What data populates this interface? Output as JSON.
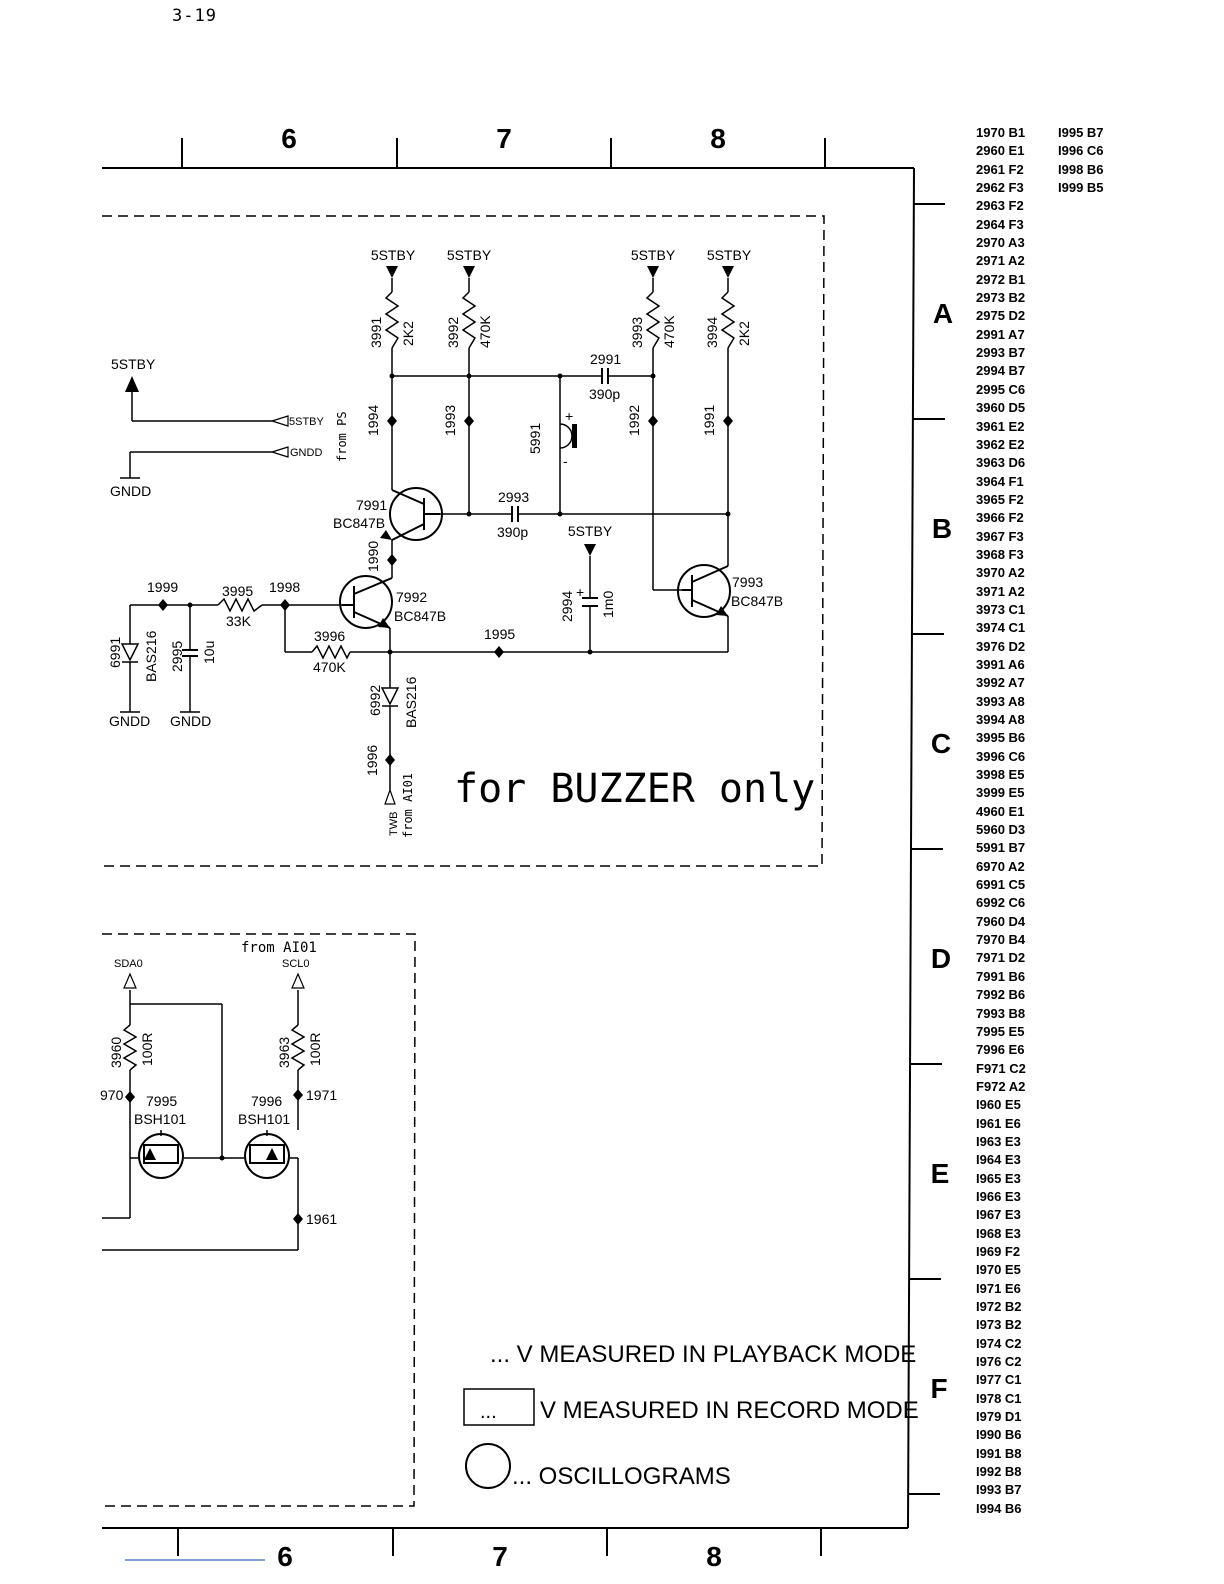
{
  "page": {
    "number": "3-19"
  },
  "grid": {
    "columns": [
      "6",
      "7",
      "8"
    ],
    "rows": [
      "A",
      "B",
      "C",
      "D",
      "E",
      "F"
    ]
  },
  "buzzer": {
    "caption": "for BUZZER only",
    "supply": "5STBY",
    "from_ps": "from PS",
    "from_ai01": "from AI01",
    "ps_5stby": "5STBY",
    "ps_gndd": "GNDD",
    "gndd": "GNDD",
    "twb": "TWB",
    "resistors": [
      {
        "ref": "3991",
        "value": "2K2"
      },
      {
        "ref": "3992",
        "value": "470K"
      },
      {
        "ref": "3993",
        "value": "470K"
      },
      {
        "ref": "3994",
        "value": "2K2"
      },
      {
        "ref": "3995",
        "value": "33K"
      },
      {
        "ref": "3996",
        "value": "470K"
      }
    ],
    "capacitors": [
      {
        "ref": "2991",
        "value": "390p"
      },
      {
        "ref": "2993",
        "value": "390p"
      },
      {
        "ref": "2994",
        "value": "1m0"
      },
      {
        "ref": "2995",
        "value": "10u"
      }
    ],
    "transistors": [
      {
        "ref": "7991",
        "type": "BC847B"
      },
      {
        "ref": "7992",
        "type": "BC847B"
      },
      {
        "ref": "7993",
        "type": "BC847B"
      }
    ],
    "diodes": [
      {
        "ref": "6991",
        "type": "BAS216"
      },
      {
        "ref": "6992",
        "type": "BAS216"
      }
    ],
    "buzzer_ref": "5991",
    "plus": "+",
    "minus": "-",
    "test_points": [
      "1990",
      "1991",
      "1992",
      "1993",
      "1994",
      "1995",
      "1996",
      "1998",
      "1999"
    ]
  },
  "i2c": {
    "from": "from AI01",
    "sda": "SDA0",
    "scl": "SCL0",
    "r3960": {
      "ref": "3960",
      "value": "100R"
    },
    "r3963": {
      "ref": "3963",
      "value": "100R"
    },
    "fets": [
      {
        "ref": "7995",
        "type": "BSH101"
      },
      {
        "ref": "7996",
        "type": "BSH101"
      }
    ],
    "points": [
      "970",
      "1971",
      "1961"
    ]
  },
  "legend": {
    "playback": "... V MEASURED IN PLAYBACK MODE",
    "record_box": "...",
    "record": "V MEASURED IN RECORD MODE",
    "osc": "... OSCILLOGRAMS"
  },
  "index_col1": [
    "1970 B1",
    "2960 E1",
    "2961 F2",
    "2962 F3",
    "2963 F2",
    "2964 F3",
    "2970 A3",
    "2971 A2",
    "2972 B1",
    "2973 B2",
    "2975 D2",
    "2991 A7",
    "2993 B7",
    "2994 B7",
    "2995 C6",
    "3960 D5",
    "3961 E2",
    "3962 E2",
    "3963 D6",
    "3964 F1",
    "3965 F2",
    "3966 F2",
    "3967 F3",
    "3968 F3",
    "3970 A2",
    "3971 A2",
    "3973 C1",
    "3974 C1",
    "3976 D2",
    "3991 A6",
    "3992 A7",
    "3993 A8",
    "3994 A8",
    "3995 B6",
    "3996 C6",
    "3998 E5",
    "3999 E5",
    "4960 E1",
    "5960 D3",
    "5991 B7",
    "6970 A2",
    "6991 C5",
    "6992 C6",
    "7960 D4",
    "7970 B4",
    "7971 D2",
    "7991 B6",
    "7992 B6",
    "7993 B8",
    "7995 E5",
    "7996 E6",
    "F971 C2",
    "F972 A2",
    "I960 E5",
    "I961 E6",
    "I963 E3",
    "I964 E3",
    "I965 E3",
    "I966 E3",
    "I967 E3",
    "I968 E3",
    "I969 F2",
    "I970 E5",
    "I971 E6",
    "I972 B2",
    "I973 B2",
    "I974 C2",
    "I976 C2",
    "I977 C1",
    "I978 C1",
    "I979 D1",
    "I990 B6",
    "I991 B8",
    "I992 B8",
    "I993 B7",
    "I994 B6"
  ],
  "index_col2": [
    "I995 B7",
    "I996 C6",
    "I998 B6",
    "I999 B5"
  ]
}
